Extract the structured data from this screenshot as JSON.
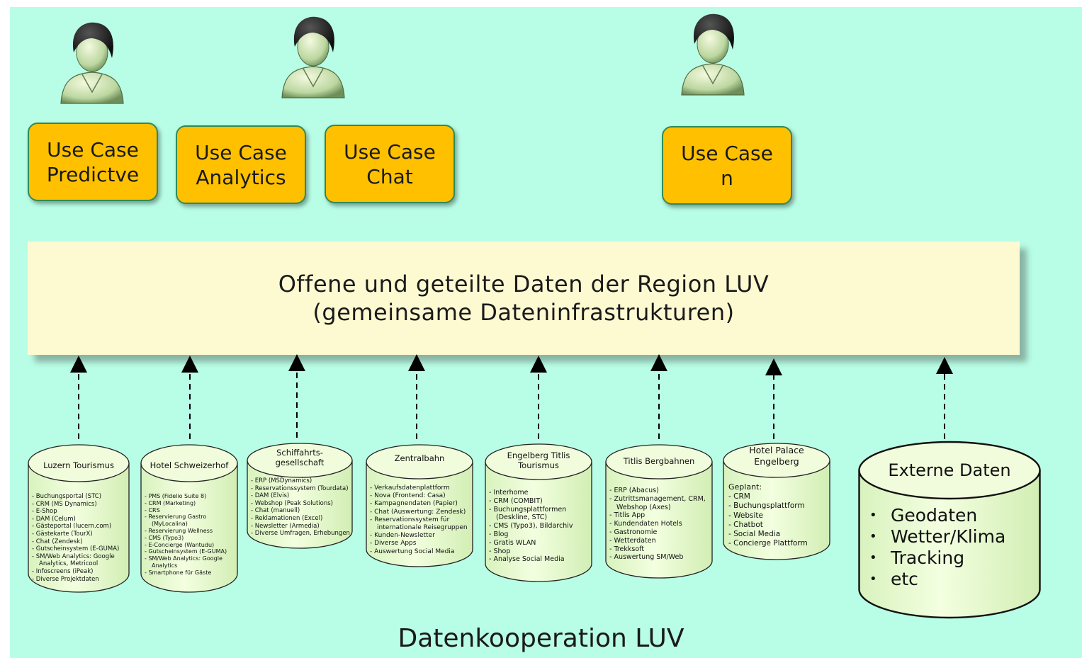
{
  "use_cases": [
    {
      "label": "Use Case\nPredictve"
    },
    {
      "label": "Use Case\nAnalytics"
    },
    {
      "label": "Use Case\nChat"
    },
    {
      "label": "Use Case\nn"
    }
  ],
  "hub": {
    "line1": "Offene und geteilte Daten der Region LUV",
    "line2": "(gemeinsame Dateninfrastrukturen)"
  },
  "sources": [
    {
      "title": "Luzern Tourismus",
      "items": [
        "Buchungsportal (STC)",
        "CRM (MS Dynamics)",
        "E-Shop",
        "DAM (Celum)",
        "Gästeportal (lucern.com)",
        "Gästekarte (TourX)",
        "Chat (Zendesk)",
        "Gutscheinsystem (E-GUMA)",
        "SM/Web Analytics: Google Analytics, Metricool",
        "Infoscreens (iPeak)",
        "Diverse Projektdaten"
      ]
    },
    {
      "title": "Hotel Schweizerhof",
      "items": [
        "PMS (Fidelio Suite 8)",
        "CRM (Marketing)",
        "CRS",
        "Reservierung Gastro (MyLocalina)",
        "Reservierung Wellness",
        "CMS (Typo3)",
        "E-Concierge (Wantudu)",
        "Gutscheinsystem (E-GUMA)",
        "SM/Web Analytics: Google Analytics",
        "Smartphone für Gäste"
      ]
    },
    {
      "title": "Schiffahrts-\ngesellschaft",
      "items": [
        "ERP (MSDynamics)",
        "Reservationssystem (Tourdata)",
        "DAM (Elvis)",
        "Webshop (Peak Solutions)",
        "Chat (manuell)",
        "Reklamationen (Excel)",
        "Newsletter (Armedia)",
        "Diverse Umfragen, Erhebungen"
      ]
    },
    {
      "title": "Zentralbahn",
      "items": [
        "Verkaufsdatenplattform",
        "Nova (Frontend: Casa)",
        "Kampagnendaten (Papier)",
        "Chat (Auswertung: Zendesk)",
        "Reservationssystem für internationale Reisegruppen",
        "Kunden-Newsletter",
        "Diverse Apps",
        "Auswertung Social Media"
      ]
    },
    {
      "title": "Engelberg Titlis\nTourismus",
      "items": [
        "Interhome",
        "CRM (COMBIT)",
        "Buchungsplattformen (Deskline, STC)",
        "CMS (Typo3), Bildarchiv",
        "Blog",
        "Gratis WLAN",
        "Shop",
        "Analyse Social Media"
      ]
    },
    {
      "title": "Titlis Bergbahnen",
      "items": [
        "ERP (Abacus)",
        "Zutrittsmanagement, CRM, Webshop (Axes)",
        "Titlis App",
        "Kundendaten Hotels",
        "Gastronomie",
        "Wetterdaten",
        "Trekksoft",
        "Auswertung SM/Web"
      ]
    },
    {
      "title": "Hotel Palace\nEngelberg",
      "subtitle": "Geplant:",
      "items": [
        "CRM",
        "Buchungsplattform",
        "Website",
        "Chatbot",
        "Social Media",
        "Concierge Plattform"
      ]
    },
    {
      "title": "Externe Daten",
      "items": [
        "Geodaten",
        "Wetter/Klima",
        "Tracking",
        "etc"
      ]
    }
  ],
  "footer": "Datenkooperation LUV",
  "colors": {
    "background": "#b8fde6",
    "use_case_fill": "#ffc000",
    "hub_fill": "#fdfad2",
    "cylinder_fill": "#eeffd0"
  }
}
